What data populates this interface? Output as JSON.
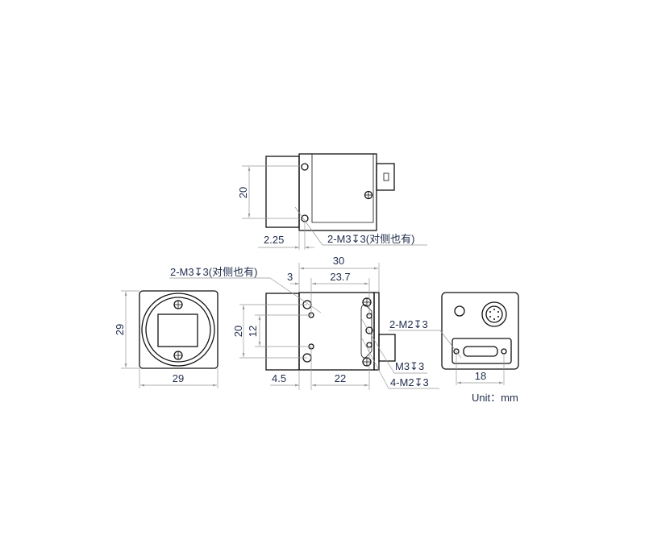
{
  "top_view": {
    "dim_height": "20",
    "dim_offset": "2.25",
    "callout": "2-M3↧3(对侧也有)"
  },
  "front_view": {
    "dim_height": "29",
    "dim_width": "29"
  },
  "side_view": {
    "dim_total": "30",
    "dim_offset": "3",
    "dim_holes_span": "23.7",
    "dim_outer_height": "20",
    "dim_inner_height": "12",
    "dim_front": "4.5",
    "dim_inner_span": "22",
    "callout_top": "2-M3↧3(对侧也有)",
    "callout_m2_pair": "2-M2↧3",
    "callout_m3": "M3↧3",
    "callout_m2_quad": "4-M2↧3"
  },
  "back_view": {
    "dim_width": "18"
  },
  "unit_label": "Unit：mm",
  "colors": {
    "text": "#1f2c4c",
    "outline": "#111111",
    "dimension": "#999999"
  }
}
